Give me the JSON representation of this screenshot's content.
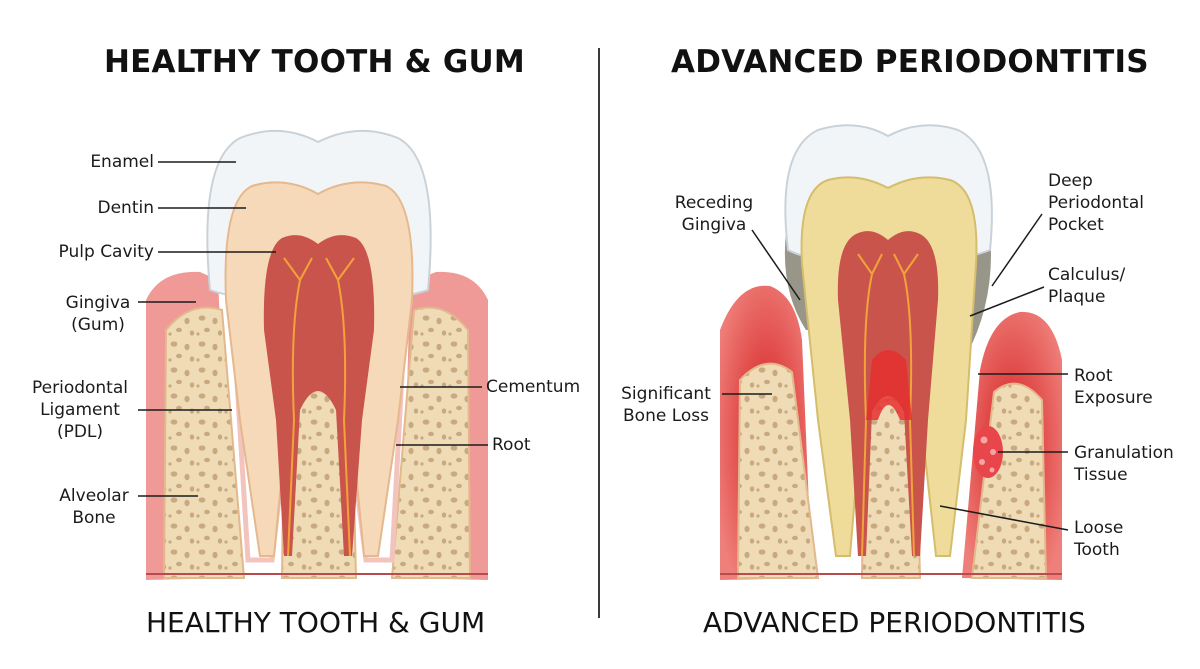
{
  "left_panel": {
    "title": "HEALTHY TOOTH & GUM",
    "footer": "HEALTHY TOOTH & GUM",
    "labels": {
      "enamel": "Enamel",
      "dentin": "Dentin",
      "pulp_cavity": "Pulp Cavity",
      "gingiva": "Gingiva\n(Gum)",
      "pdl": "Periodontal\nLigament\n(PDL)",
      "alveolar_bone": "Alveolar\nBone",
      "cementum": "Cementum",
      "root": "Root"
    }
  },
  "right_panel": {
    "title": "ADVANCED PERIODONTITIS",
    "footer": "ADVANCED PERIODONTITIS",
    "labels": {
      "receding_gingiva": "Receding\nGingiva",
      "deep_pocket": "Deep\nPeriodontal\nPocket",
      "calculus": "Calculus/\nPlaque",
      "bone_loss": "Significant\nBone Loss",
      "root_exposure": "Root\nExposure",
      "granulation": "Granulation\nTissue",
      "loose_tooth": "Loose\nTooth"
    }
  },
  "colors": {
    "enamel": "#f3f6f8",
    "dentin_healthy": "#f6d9b8",
    "dentin_diseased": "#efdc9a",
    "pulp": "#c9544c",
    "gum": "#ef9a96",
    "gum_inflamed": "#e0302e",
    "bone": "#efdcb6",
    "bone_pore": "#c7a880",
    "calculus": "#8d8a7c"
  }
}
